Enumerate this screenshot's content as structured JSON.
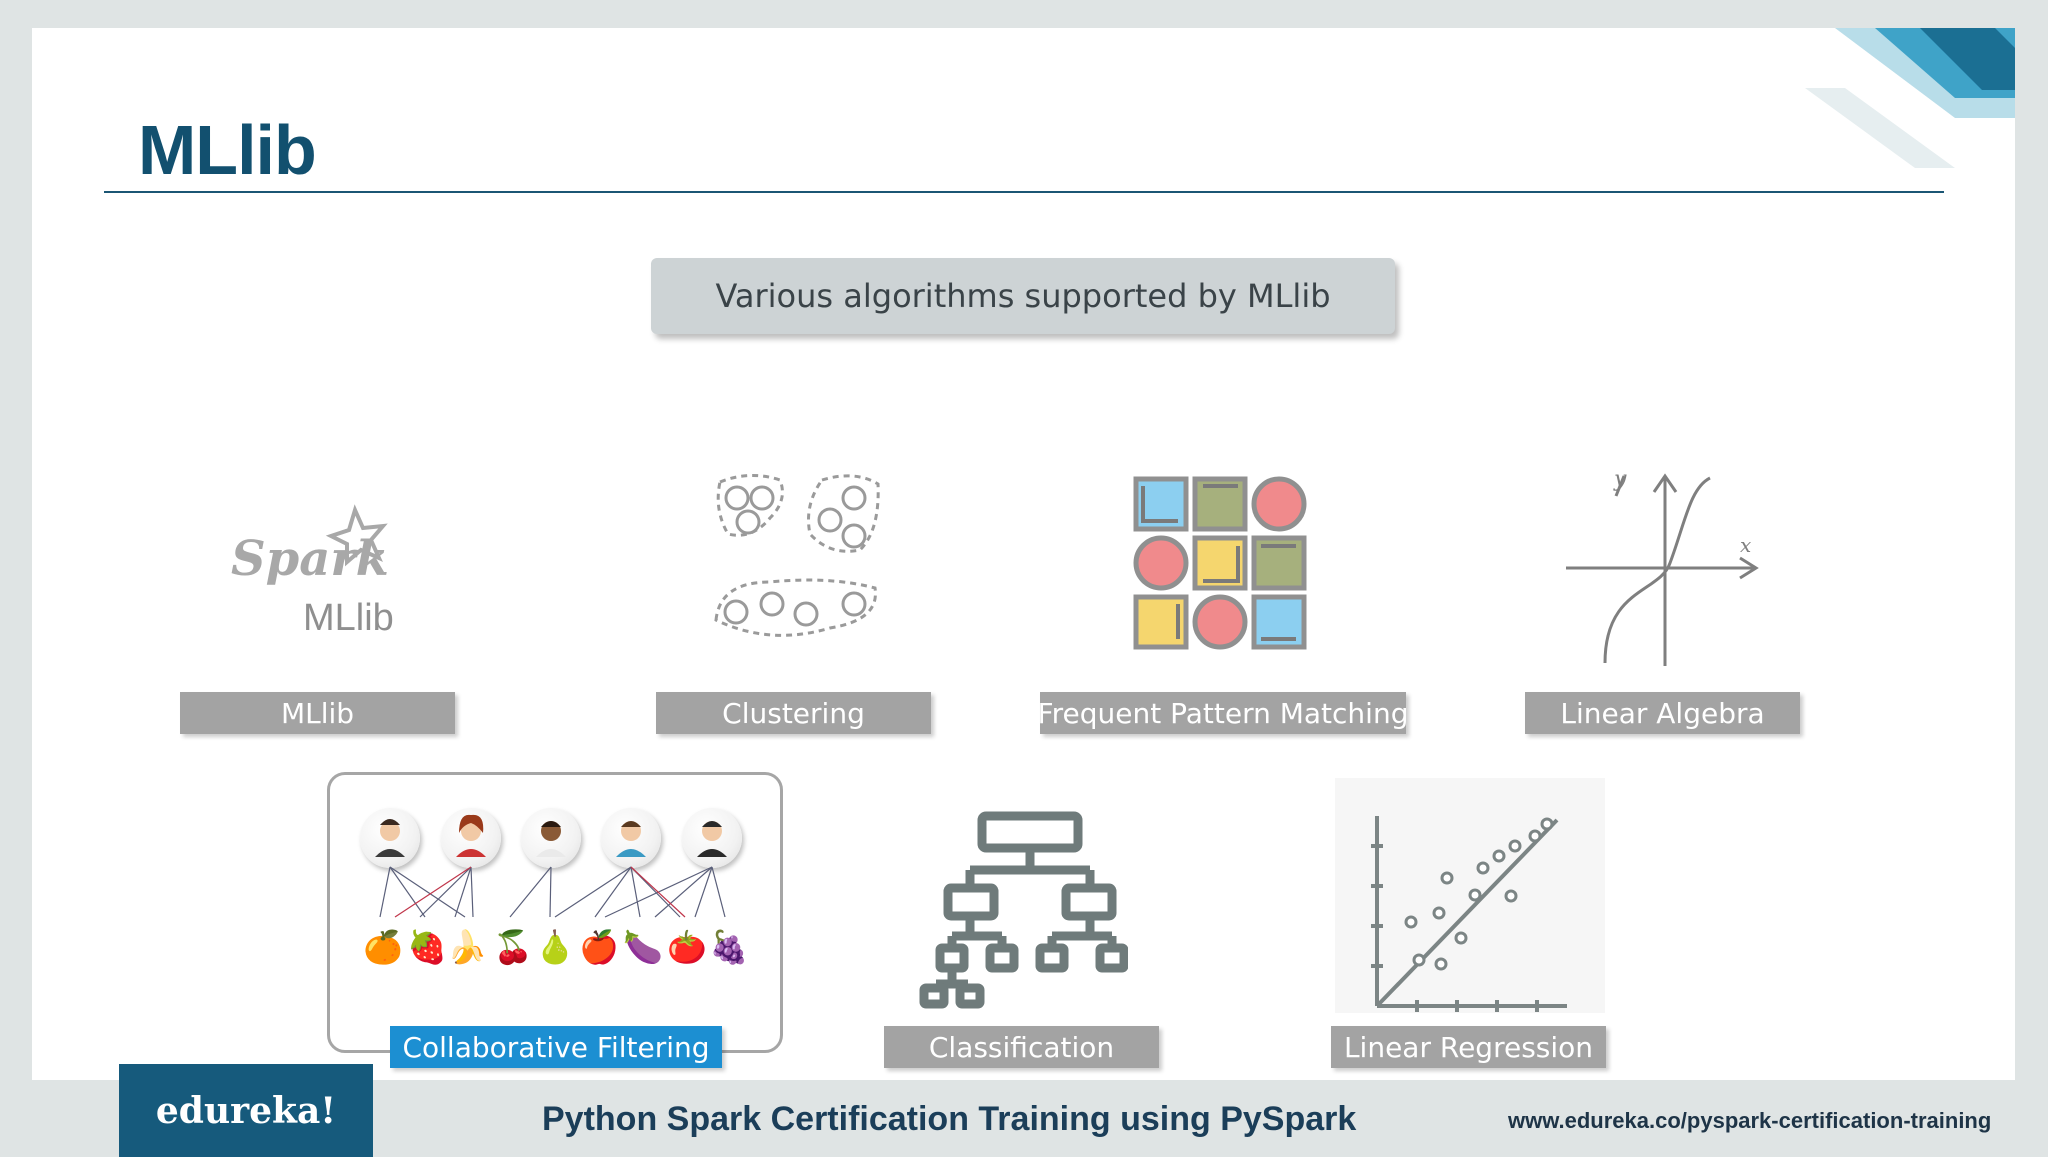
{
  "slide": {
    "title": "MLlib",
    "subtitle": "Various algorithms supported by MLlib"
  },
  "spark_logo": {
    "word": "Spark",
    "sub": "MLlib"
  },
  "linear_algebra_axes": {
    "y": "y",
    "x": "x"
  },
  "algorithms": [
    {
      "label": "MLlib",
      "icon": "spark-logo"
    },
    {
      "label": "Clustering",
      "icon": "clustering-icon"
    },
    {
      "label": "Frequent Pattern Matching",
      "icon": "pattern-grid-icon"
    },
    {
      "label": "Linear Algebra",
      "icon": "function-graph-icon"
    },
    {
      "label": "Collaborative Filtering",
      "icon": "users-to-items-icon",
      "highlighted": true
    },
    {
      "label": "Classification",
      "icon": "tree-hierarchy-icon"
    },
    {
      "label": "Linear Regression",
      "icon": "regression-plot-icon"
    }
  ],
  "collab_fruits": [
    "🍊",
    "🍓",
    "🍌",
    "🍒",
    "🍐",
    "🍎",
    "🍆",
    "🍅",
    "🍇"
  ],
  "colors": {
    "title": "#12506f",
    "label_bg": "#a3a3a3",
    "label_highlight": "#1c8fd2",
    "footer_bg": "#165a7c",
    "pattern_blue": "#8ccff0",
    "pattern_green": "#a6b07d",
    "pattern_red": "#f08a8c",
    "pattern_yellow": "#f5d66e"
  },
  "footer": {
    "brand": "edureka!",
    "course": "Python Spark Certification Training using PySpark",
    "url": "www.edureka.co/pyspark-certification-training"
  }
}
